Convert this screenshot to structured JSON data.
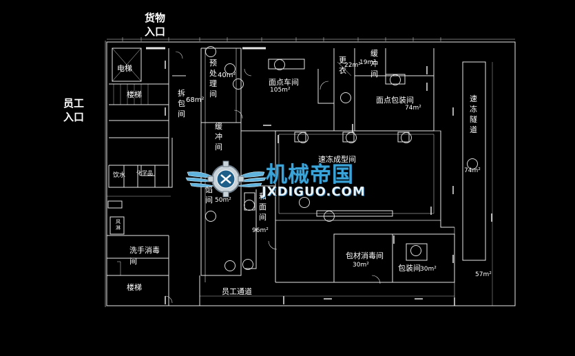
{
  "entrances": {
    "goods": "货物\n入口",
    "staff": "员工\n入口"
  },
  "rooms": {
    "elevator": "电梯",
    "stairs_top": "楼梯",
    "unpacking": "拆包间",
    "unpacking_area": "68m²",
    "preprocess": "预处理间",
    "preprocess_area": "40m²",
    "pastry_workshop": "面点车间",
    "pastry_workshop_area": "105m²",
    "dressing": "更衣",
    "dressing_area": "22m²",
    "buffer_top": "缓冲间",
    "buffer_top_area": "19m²",
    "pastry_packing": "面点包装间",
    "pastry_packing_area": "74m²",
    "quick_freeze": "速冻隧道",
    "quick_freeze_area": "74m²",
    "buffer_mid": "缓冲间",
    "cooling_room": "速冻成型间",
    "drinking_water": "饮水",
    "chemical": "化学品",
    "filling": "馅间",
    "filling_area": "50m²",
    "dough": "和面间",
    "dough_area": "96m²",
    "restroom": "风淋",
    "hand_wash": "洗手消毒间",
    "stairs_bottom": "楼梯",
    "packing_disinfect": "包材消毒间",
    "packing_disinfect_area": "30m²",
    "packing": "包装间",
    "packing_area": "30m²",
    "right_area": "57m²",
    "staff_corridor": "员工通道"
  },
  "watermark": {
    "cn": "机械帝国",
    "en": "JXDIGUO.COM"
  },
  "colors": {
    "background": "#000000",
    "lines": "#ffffff",
    "watermark_blue": "#3aa4d8"
  }
}
